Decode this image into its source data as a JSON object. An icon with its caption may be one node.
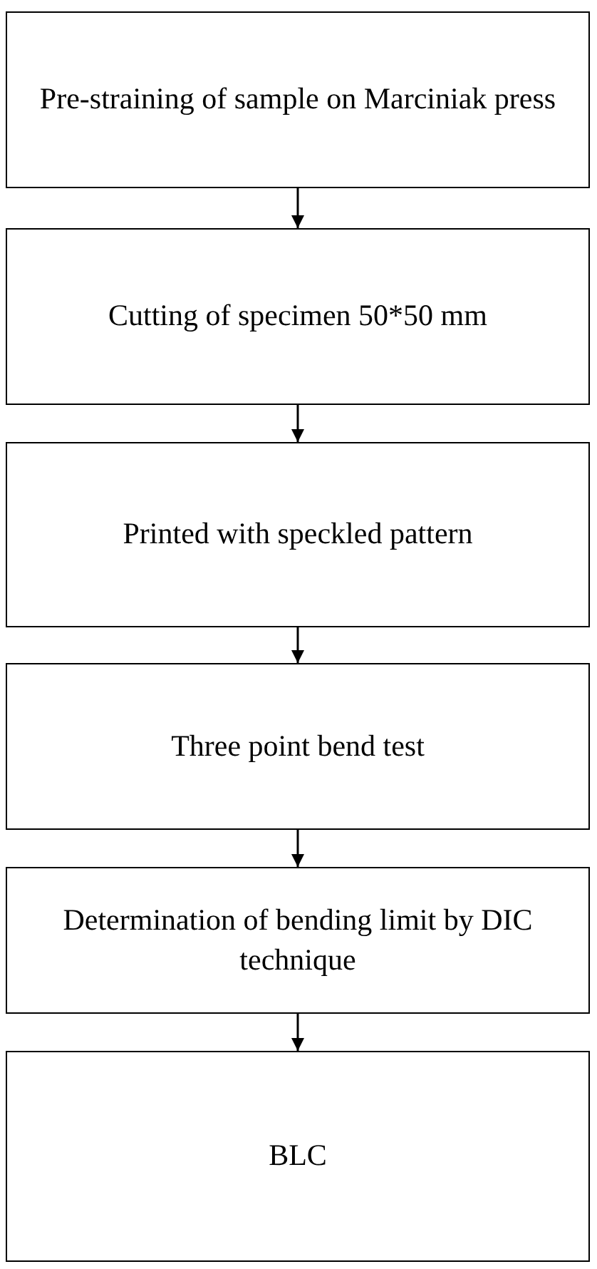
{
  "diagram": {
    "nodes": [
      {
        "text": [
          "Pre-straining of sample on Marciniak press"
        ]
      },
      {
        "text": [
          "Cutting of specimen 50*50 mm"
        ]
      },
      {
        "text": [
          "Printed with speckled pattern"
        ]
      },
      {
        "text": [
          "Three point bend test"
        ]
      },
      {
        "text": [
          "Determination of bending limit by DIC technique"
        ]
      },
      {
        "text": [
          "BLC"
        ]
      }
    ],
    "edges": [
      {
        "from": 0,
        "to": 1,
        "arrow": "to"
      },
      {
        "from": 1,
        "to": 2,
        "arrow": "to"
      },
      {
        "from": 2,
        "to": 3,
        "arrow": "to"
      },
      {
        "from": 3,
        "to": 4,
        "arrow": "to"
      },
      {
        "from": 4,
        "to": 5,
        "arrow": "to"
      }
    ]
  }
}
